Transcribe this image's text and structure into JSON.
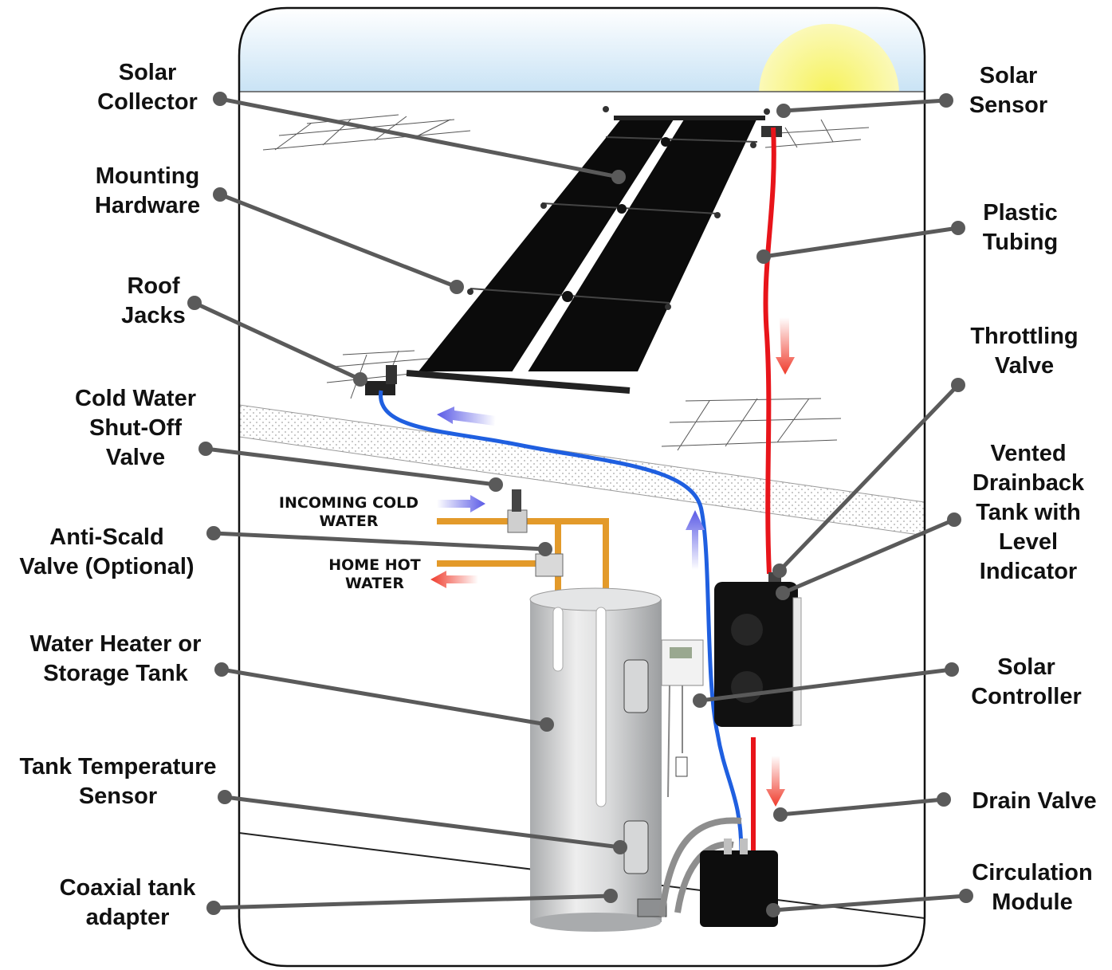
{
  "labels": {
    "solar_collector": "Solar\nCollector",
    "mounting_hardware": "Mounting\nHardware",
    "roof_jacks": "Roof\nJacks",
    "cold_water_shutoff": "Cold Water\nShut-Off\nValve",
    "anti_scald": "Anti-Scald\nValve (Optional)",
    "water_heater": "Water Heater or\nStorage Tank",
    "tank_temp_sensor": "Tank Temperature\nSensor",
    "coaxial_adapter": "Coaxial tank\nadapter",
    "solar_sensor": "Solar\nSensor",
    "plastic_tubing": "Plastic\nTubing",
    "throttling_valve": "Throttling\nValve",
    "drainback_tank": "Vented\nDrainback\nTank with\nLevel\nIndicator",
    "solar_controller": "Solar\nController",
    "drain_valve": "Drain Valve",
    "circulation_module": "Circulation\nModule",
    "incoming_cold_water": "INCOMING COLD\nWATER",
    "home_hot_water": "HOME HOT\nWATER"
  },
  "colors": {
    "sky": "#cfe6f6",
    "sun": "#f4f07a",
    "hot_line": "#e8141a",
    "cold_line": "#1f5fe0",
    "copper_pipe": "#e39a2a",
    "leader_line": "#5a5a5a",
    "tank": "#cfd0d0"
  }
}
